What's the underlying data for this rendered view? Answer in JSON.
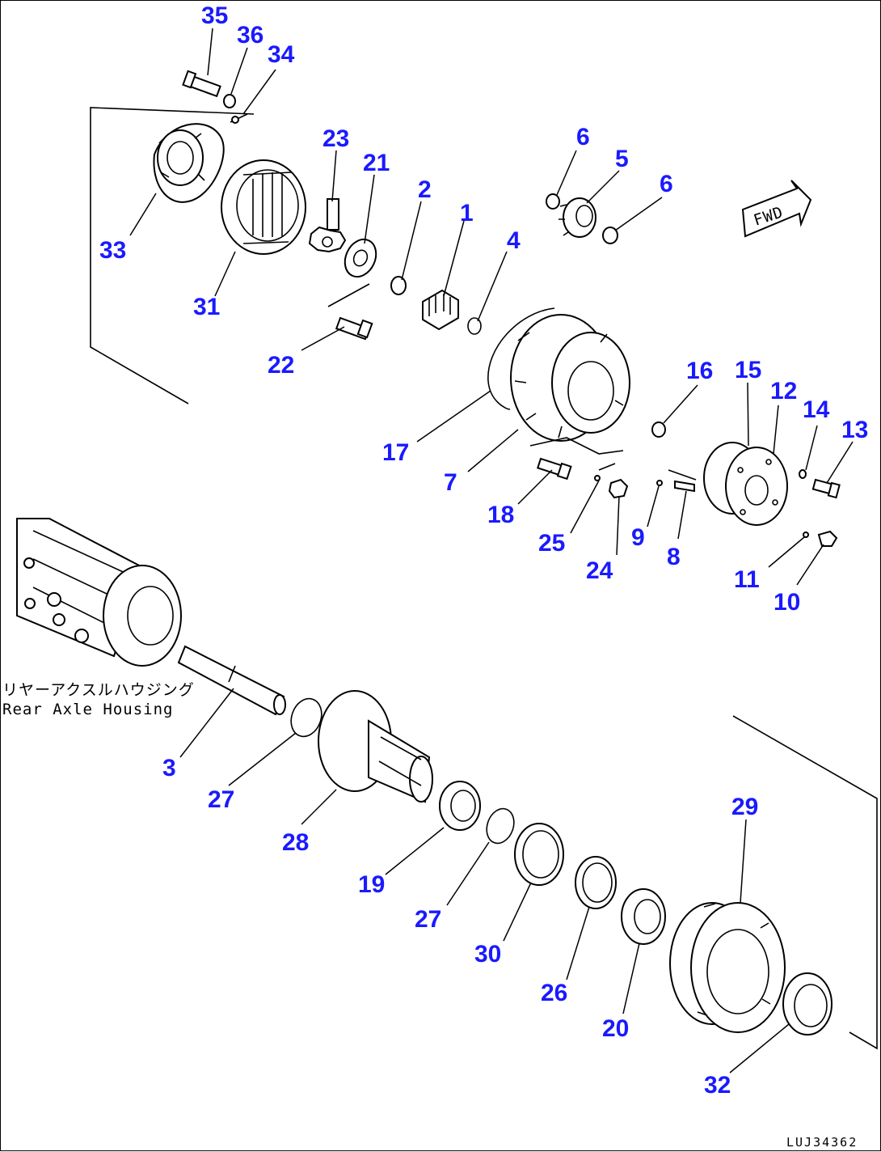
{
  "callouts": [
    "35",
    "36",
    "34",
    "23",
    "21",
    "2",
    "1",
    "4",
    "6",
    "5",
    "6",
    "33",
    "31",
    "22",
    "17",
    "16",
    "15",
    "12",
    "14",
    "13",
    "7",
    "18",
    "25",
    "24",
    "9",
    "8",
    "11",
    "10",
    "3",
    "27",
    "28",
    "19",
    "27",
    "30",
    "26",
    "20",
    "29",
    "32"
  ],
  "housing_label": {
    "jp": "リヤーアクスルハウジング",
    "en": "Rear Axle Housing"
  },
  "fwd_label": "FWD",
  "doc_id": "LUJ34362"
}
